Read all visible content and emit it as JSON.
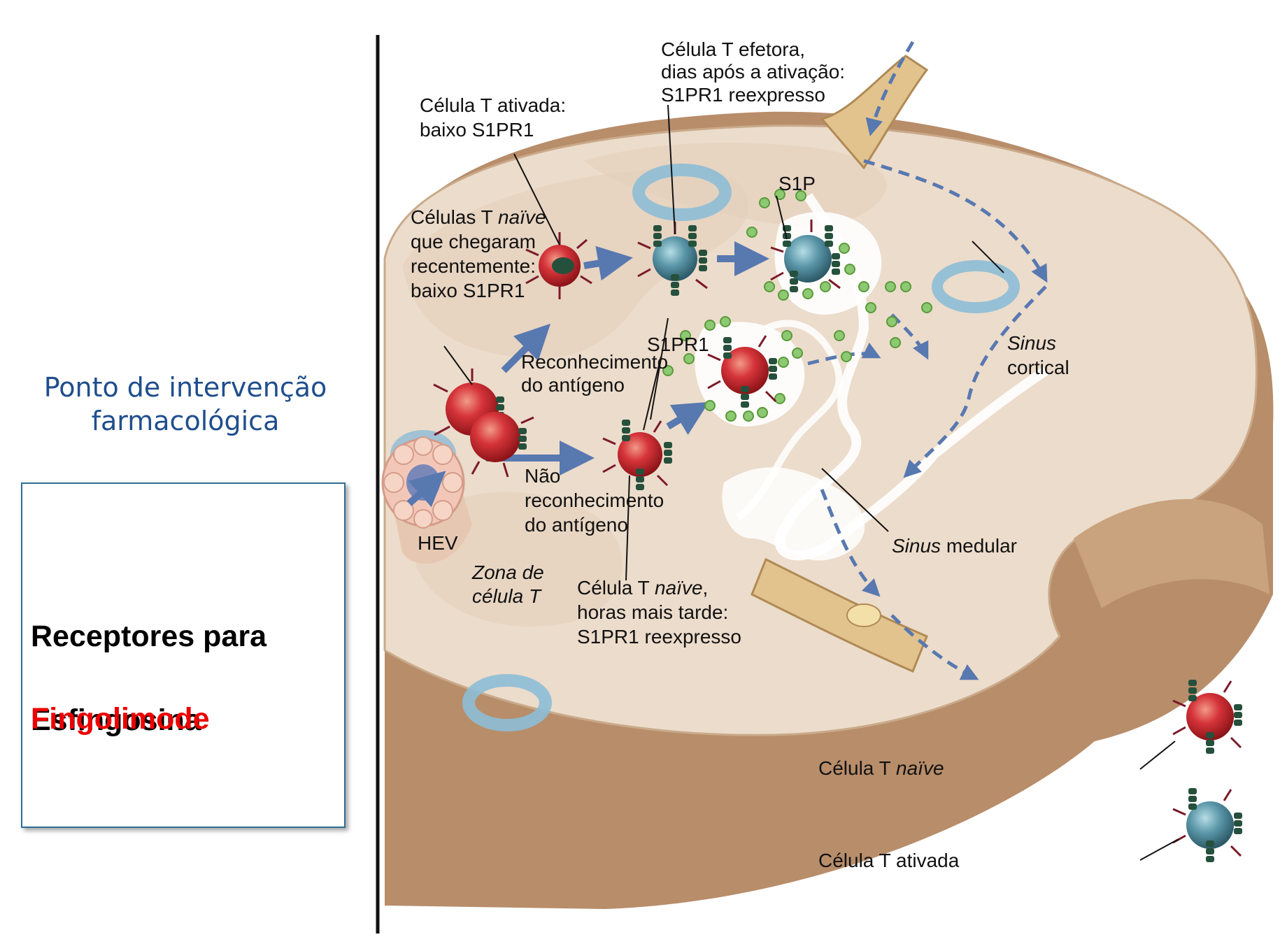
{
  "side_panel": {
    "title_line1": "Ponto de intervenção",
    "title_line2": "farmacológica",
    "box": {
      "receptors_line1": "Receptores para",
      "receptors_line2": "Esfingosina",
      "drug": "Fingolimode"
    }
  },
  "diagram": {
    "labels": {
      "effector_l1": "Célula T efetora,",
      "effector_l2": "dias após a ativação:",
      "effector_l3": "S1PR1 reexpresso",
      "activated_l1": "Célula T ativada:",
      "activated_l2": "baixo S1PR1",
      "naive_arrived_l1_a": "Células T ",
      "naive_arrived_l1_b": "naïve",
      "naive_arrived_l2": "que chegaram",
      "naive_arrived_l3": "recentemente:",
      "naive_arrived_l4": "baixo S1PR1",
      "s1p": "S1P",
      "s1pr1": "S1PR1",
      "recognition_l1": "Reconhecimento",
      "recognition_l2": "do antígeno",
      "nonrecognition_l1": "Não",
      "nonrecognition_l2": "reconhecimento",
      "nonrecognition_l3": "do antígeno",
      "hev": "HEV",
      "zone_l1": "Zona de",
      "zone_l2": "célula T",
      "naive_later_l1_a": "Célula T ",
      "naive_later_l1_b": "naïve",
      "naive_later_l1_c": ",",
      "naive_later_l2": "horas mais tarde:",
      "naive_later_l3": "S1PR1 reexpresso",
      "sinus_cortical_l1": "Sinus",
      "sinus_cortical_l2": "cortical",
      "sinus_medular_a": "Sinus",
      "sinus_medular_b": " medular",
      "legend_naive_a": "Célula T ",
      "legend_naive_b": "naïve",
      "legend_activated": "Célula T ativada"
    },
    "colors": {
      "node_fill": "#ecdccb",
      "node_edge": "#c9aa8a",
      "node_side": "#b88d6a",
      "follicle": "#8dbcd6",
      "naive_cell": "#c8242a",
      "activated_cell": "#4f8a9a",
      "receptor": "#25503c",
      "arrow": "#5878b0",
      "s1p_dot": "#8dc872"
    }
  }
}
